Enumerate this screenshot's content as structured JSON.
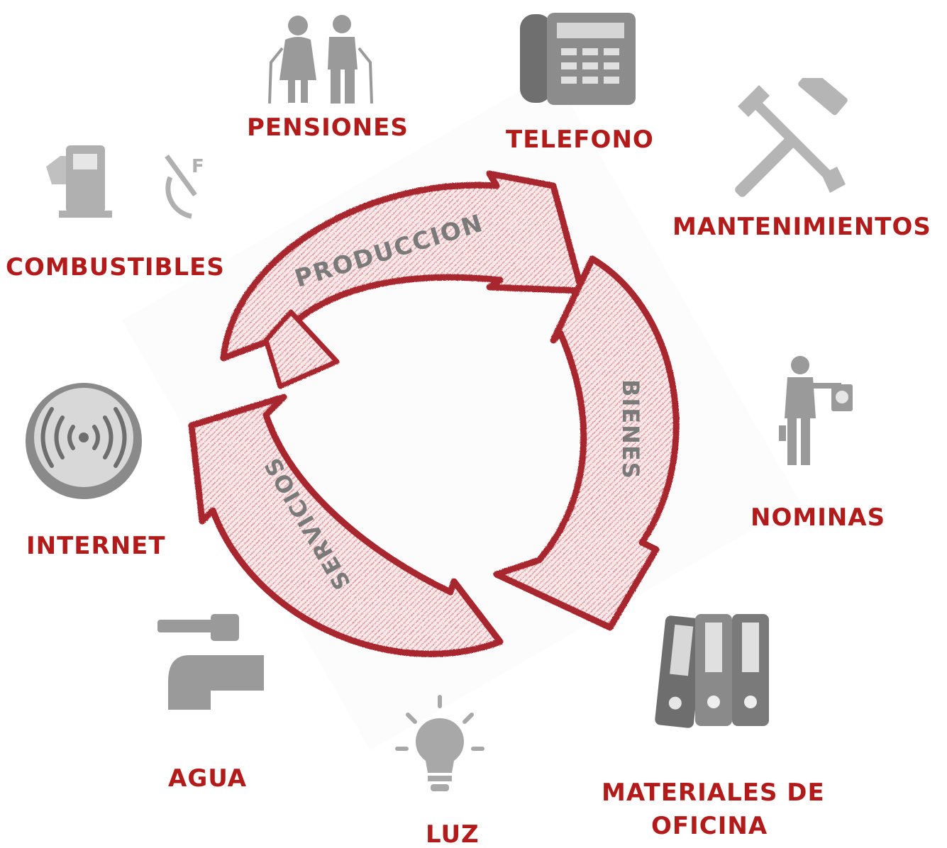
{
  "colors": {
    "label": "#b31b1b",
    "icon": "#9a9a9a",
    "arrow_stroke": "#a8262e",
    "arrow_fill": "#f6e7e8",
    "cycle_text": "#7a7a7a"
  },
  "cycle": {
    "words": {
      "produccion": "PRODUCCION",
      "bienes": "BIENES",
      "servicios": "SERVICIOS"
    }
  },
  "items": {
    "pensiones": {
      "label": "PENSIONES",
      "icon": "elderly-couple-icon"
    },
    "telefono": {
      "label": "TELEFONO",
      "icon": "desk-phone-icon"
    },
    "mantenimientos": {
      "label": "MANTENIMIENTOS",
      "icon": "wrench-hammer-icon"
    },
    "combustibles": {
      "label": "COMBUSTIBLES",
      "icon": "fuel-pump-gauge-icon"
    },
    "nominas": {
      "label": "NOMINAS",
      "icon": "worker-clock-icon"
    },
    "internet": {
      "label": "INTERNET",
      "icon": "wireless-signal-icon"
    },
    "agua": {
      "label": "AGUA",
      "icon": "water-tap-icon"
    },
    "luz": {
      "label": "LUZ",
      "icon": "light-bulb-icon"
    },
    "materiales": {
      "label_line1": "MATERIALES  DE",
      "label_line2": "OFICINA",
      "icon": "binders-icon"
    }
  }
}
